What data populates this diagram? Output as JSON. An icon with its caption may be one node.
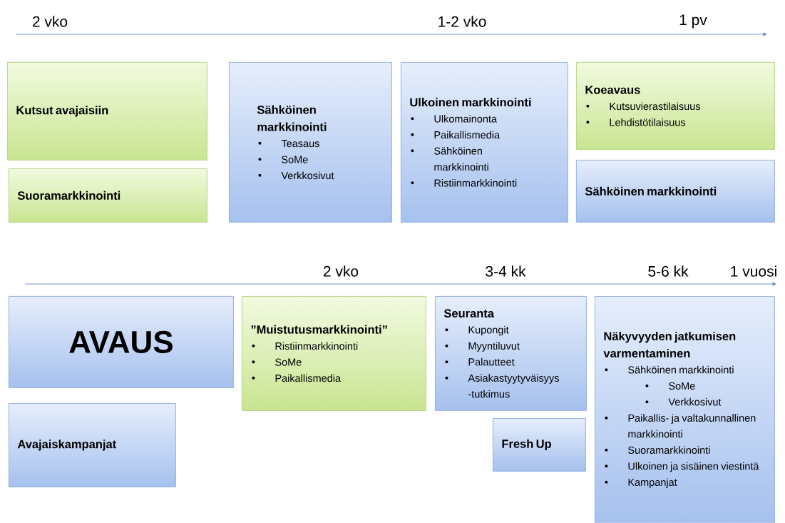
{
  "diagram": {
    "nodes": [
      {
        "text": [
          "Kutsut avajaisiin"
        ]
      },
      {
        "text": [
          "Suoramarkkinointi"
        ]
      },
      {
        "text": [
          "Sähköinen markkinointi",
          "Teasaus",
          "SoMe",
          "Verkkosivut"
        ]
      },
      {
        "text": [
          "Ulkoinen markkinointi",
          "Ulkomainonta",
          "Paikallismedia",
          "Sähköinen markkinointi",
          "Ristiinmarkkinointi"
        ]
      },
      {
        "text": [
          "Koeavaus",
          "Kutsuvierastilaisuus",
          "Lehdistötilaisuus"
        ]
      },
      {
        "text": [
          "Sähköinen markkinointi"
        ]
      },
      {
        "text": [
          "AVAUS"
        ]
      },
      {
        "text": [
          "Avajaiskampanjat"
        ]
      },
      {
        "text": [
          "”Muistutusmarkkinointi”",
          "Ristiinmarkkinointi",
          "SoMe",
          "Paikallismedia"
        ]
      },
      {
        "text": [
          "Seuranta",
          "Kupongit",
          "Myyntiluvut",
          "Palautteet",
          "Asiakastyytyväisyys -tutkimus"
        ]
      },
      {
        "text": [
          "Fresh Up"
        ]
      },
      {
        "text": [
          "Näkyvyyden jatkumisen varmentaminen",
          "Sähköinen markkinointi",
          "SoMe",
          "Verkkosivut",
          "Paikallis- ja valtakunnallinen markkinointi",
          "Suoramarkkinointi",
          "Ulkoinen ja sisäinen viestintä",
          "Kampanjat"
        ]
      }
    ],
    "labels": [
      "2 vko",
      "1-2 vko",
      "1 pv",
      "2 vko",
      "3-4 kk",
      "5-6 kk",
      "1 vuosi"
    ]
  }
}
